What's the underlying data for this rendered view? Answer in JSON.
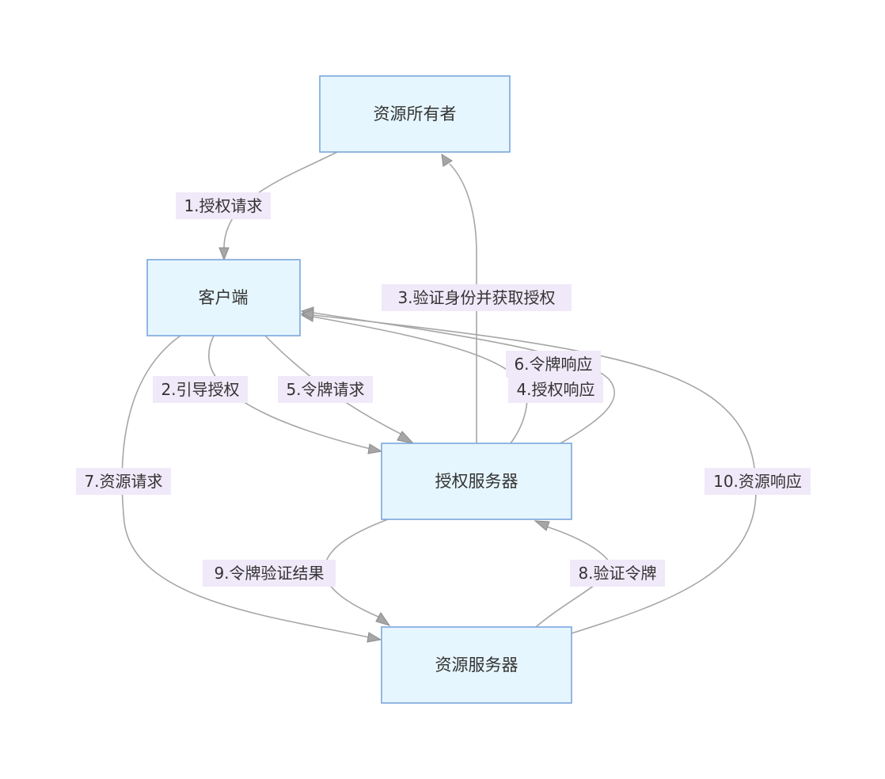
{
  "nodes": {
    "owner": "资源所有者",
    "client": "客户端",
    "auth_server": "授权服务器",
    "resource_server": "资源服务器"
  },
  "edges": {
    "e1": "1.授权请求",
    "e2": "2.引导授权",
    "e3": "3.验证身份并获取授权",
    "e4": "4.授权响应",
    "e5": "5.令牌请求",
    "e6": "6.令牌响应",
    "e7": "7.资源请求",
    "e8": "8.验证令牌",
    "e9": "9.令牌验证结果",
    "e10": "10.资源响应"
  },
  "colors": {
    "node_fill": "#e6f6fe",
    "node_border": "#7aa7dd",
    "edge": "#a6a6a6",
    "label_background": "#f0e9f9",
    "text": "#333333"
  }
}
